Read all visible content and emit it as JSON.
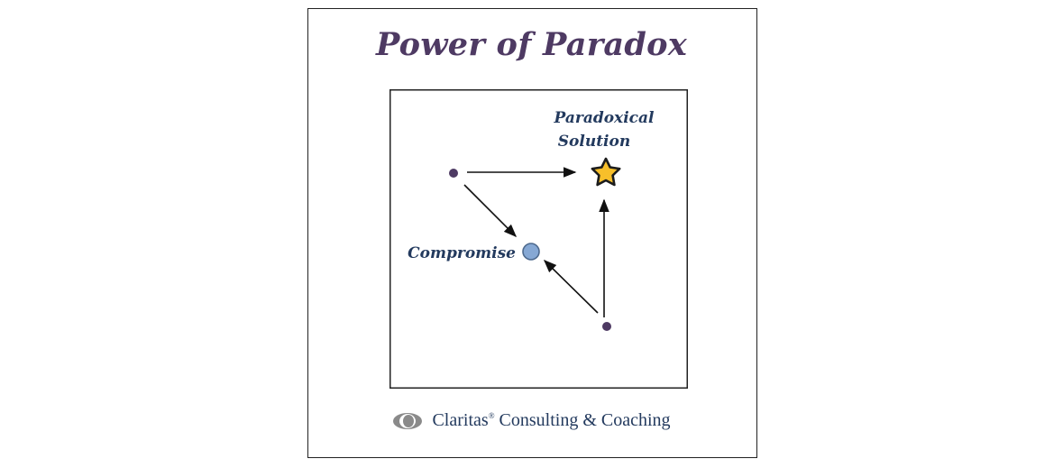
{
  "title": "Power of Paradox",
  "diagram": {
    "label_solution_line1": "Paradoxical",
    "label_solution_line2": "Solution",
    "label_compromise": "Compromise",
    "colors": {
      "dot": "#4e3a63",
      "star_fill": "#f7bf2a",
      "star_stroke": "#1c1c1c",
      "compromise_fill": "#86a8d4",
      "compromise_stroke": "#4e6a8e",
      "arrow": "#111111",
      "label": "#233a5e"
    },
    "icons": [
      "point-a-dot",
      "point-b-dot",
      "star-icon",
      "compromise-circle-icon"
    ]
  },
  "footer": {
    "brand": "Claritas",
    "registered_mark": "®",
    "rest": "Consulting & Coaching",
    "logo_icon": "eye-logo-icon"
  }
}
